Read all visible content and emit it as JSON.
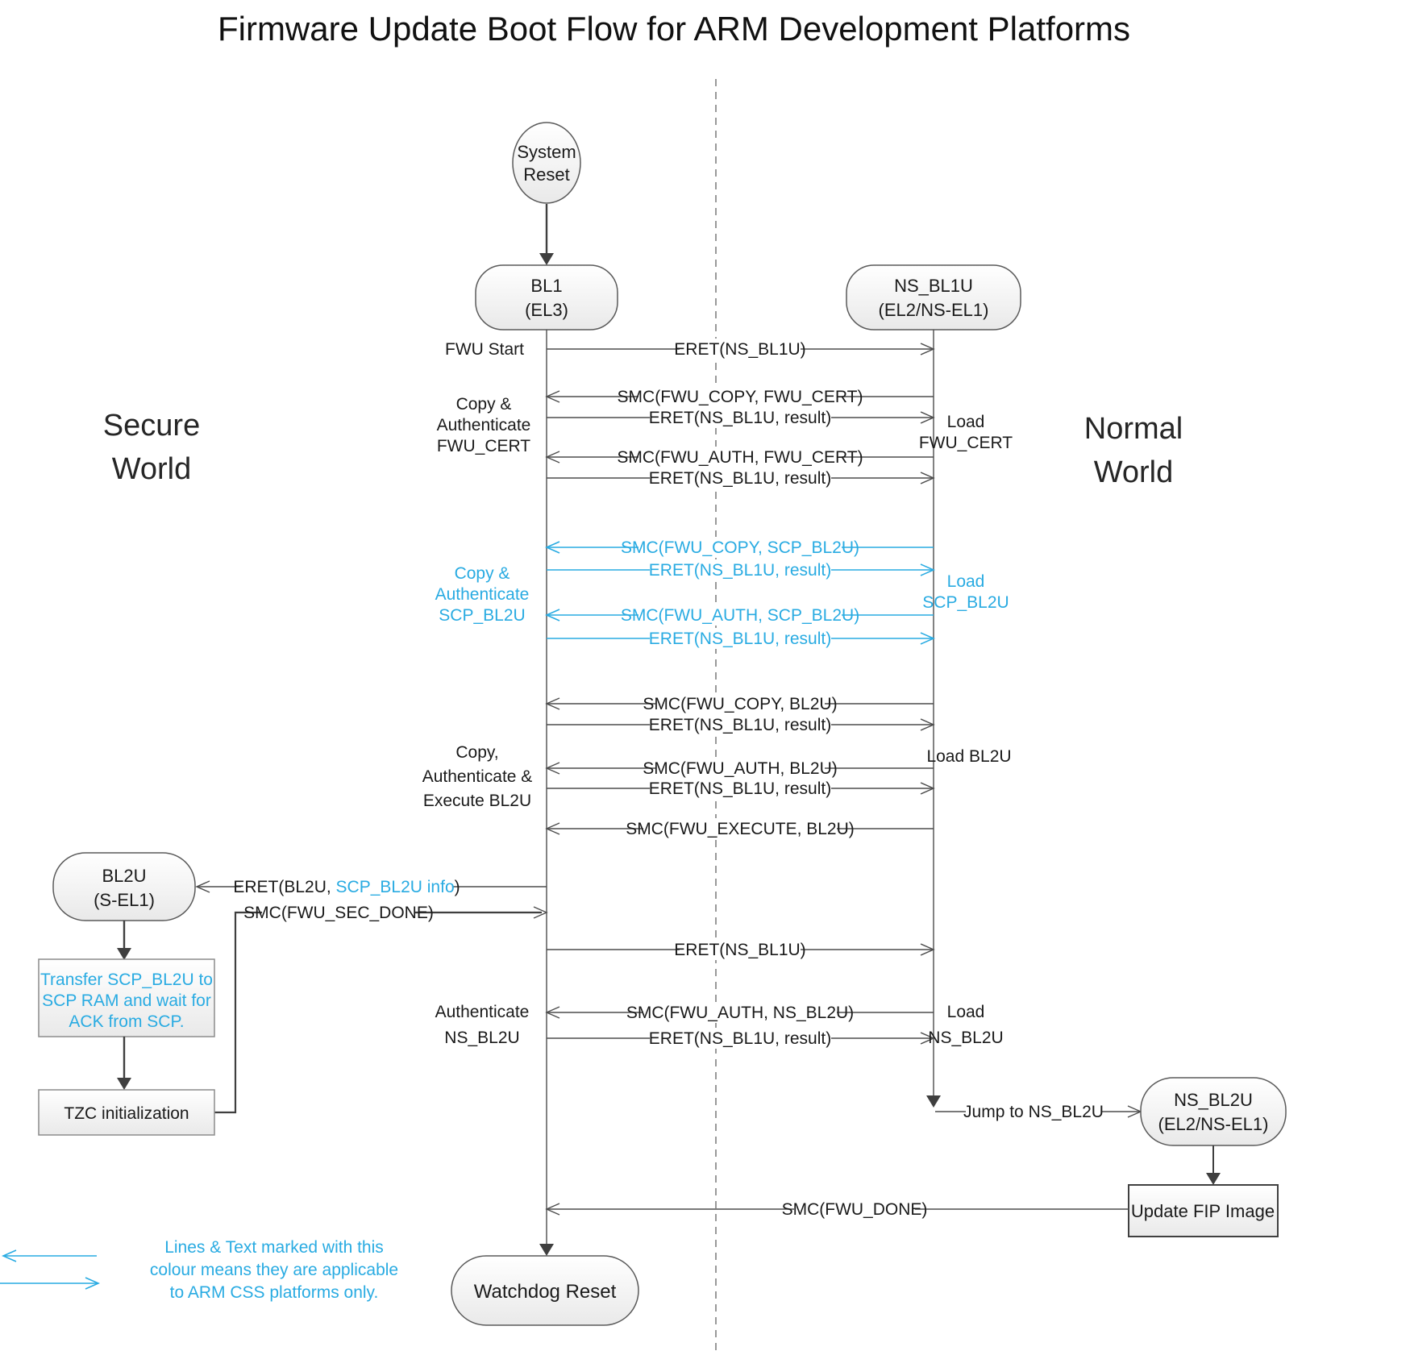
{
  "title": "Firmware Update Boot Flow for ARM Development Platforms",
  "colors": {
    "accent_blue": "#29ABE2",
    "line_gray": "#4d4d4d",
    "text": "#1a1a1a"
  },
  "worlds": {
    "secure_line1": "Secure",
    "secure_line2": "World",
    "normal_line1": "Normal",
    "normal_line2": "World"
  },
  "nodes": {
    "system_reset": {
      "line1": "System",
      "line2": "Reset"
    },
    "bl1": {
      "line1": "BL1",
      "line2": "(EL3)"
    },
    "ns_bl1u": {
      "line1": "NS_BL1U",
      "line2": "(EL2/NS-EL1)"
    },
    "bl2u": {
      "line1": "BL2U",
      "line2": "(S-EL1)"
    },
    "ns_bl2u": {
      "line1": "NS_BL2U",
      "line2": "(EL2/NS-EL1)"
    },
    "watchdog_reset": {
      "label": "Watchdog Reset"
    },
    "transfer_scp": {
      "line1": "Transfer SCP_BL2U to",
      "line2": "SCP RAM and wait for",
      "line3": "ACK from SCP."
    },
    "tzc_init": {
      "label": "TZC initialization"
    },
    "update_fip": {
      "label": "Update FIP Image"
    }
  },
  "messages": {
    "eret_ns_bl1u_1": "ERET(NS_BL1U)",
    "smc_fwu_copy_fwu_cert": "SMC(FWU_COPY, FWU_CERT)",
    "eret_result_1": "ERET(NS_BL1U, result)",
    "smc_fwu_auth_fwu_cert": "SMC(FWU_AUTH, FWU_CERT)",
    "eret_result_2": "ERET(NS_BL1U, result)",
    "smc_fwu_copy_scp_bl2u": "SMC(FWU_COPY, SCP_BL2U)",
    "eret_result_3": "ERET(NS_BL1U, result)",
    "smc_fwu_auth_scp_bl2u": "SMC(FWU_AUTH, SCP_BL2U)",
    "eret_result_4": "ERET(NS_BL1U, result)",
    "smc_fwu_copy_bl2u": "SMC(FWU_COPY, BL2U)",
    "eret_result_5": "ERET(NS_BL1U, result)",
    "smc_fwu_auth_bl2u": "SMC(FWU_AUTH, BL2U)",
    "eret_result_6": "ERET(NS_BL1U, result)",
    "smc_fwu_execute_bl2u": "SMC(FWU_EXECUTE, BL2U)",
    "eret_bl2u_prefix": "ERET(BL2U, ",
    "eret_bl2u_blue": "SCP_BL2U info",
    "eret_bl2u_suffix": ")",
    "smc_fwu_sec_done": "SMC(FWU_SEC_DONE)",
    "eret_ns_bl1u_2": "ERET(NS_BL1U)",
    "smc_fwu_auth_ns_bl2u": "SMC(FWU_AUTH, NS_BL2U)",
    "eret_result_7": "ERET(NS_BL1U, result)",
    "jump_to_ns_bl2u": "Jump to NS_BL2U",
    "smc_fwu_done": "SMC(FWU_DONE)"
  },
  "annotations": {
    "fwu_start": "FWU Start",
    "copy_auth_fwu_cert": [
      "Copy &",
      "Authenticate",
      "FWU_CERT"
    ],
    "load_fwu_cert": [
      "Load",
      "FWU_CERT"
    ],
    "copy_auth_scp_bl2u": [
      "Copy &",
      "Authenticate",
      "SCP_BL2U"
    ],
    "load_scp_bl2u": [
      "Load",
      "SCP_BL2U"
    ],
    "copy_auth_exec_bl2u": [
      "Copy,",
      "Authenticate &",
      "Execute BL2U"
    ],
    "load_bl2u": "Load BL2U",
    "authenticate_ns_bl2u": [
      "Authenticate",
      "NS_BL2U"
    ],
    "load_ns_bl2u": [
      "Load",
      "NS_BL2U"
    ]
  },
  "legend": {
    "line1": "Lines & Text marked with this",
    "line2": "colour means they are applicable",
    "line3": "to ARM CSS platforms only."
  }
}
